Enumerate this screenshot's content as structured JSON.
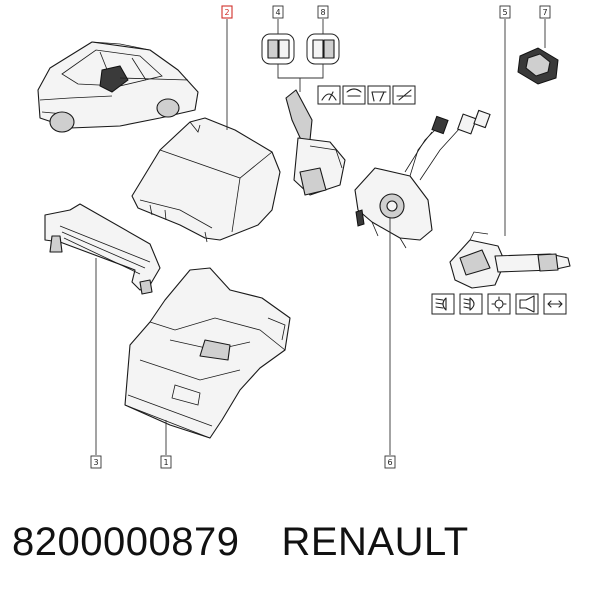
{
  "callouts": [
    {
      "id": "c1",
      "label": "1",
      "highlight": false
    },
    {
      "id": "c2",
      "label": "2",
      "highlight": true
    },
    {
      "id": "c3",
      "label": "3",
      "highlight": false
    },
    {
      "id": "c4",
      "label": "4",
      "highlight": false
    },
    {
      "id": "c5",
      "label": "5",
      "highlight": false
    },
    {
      "id": "c6",
      "label": "6",
      "highlight": false
    },
    {
      "id": "c7",
      "label": "7",
      "highlight": false
    },
    {
      "id": "c8",
      "label": "8",
      "highlight": false
    }
  ],
  "symbols": [
    "low-beam-icon",
    "fog-light-icon",
    "sidelight-icon",
    "horn-icon",
    "lane-change-icon",
    "wiper-intermittent-icon",
    "wiper-fast-icon",
    "wiper-single-icon",
    "washer-icon"
  ],
  "caption": {
    "part_number": "8200000879",
    "brand": "RENAULT"
  },
  "colors": {
    "highlight": "#d0302a",
    "line": "#1a1a1a"
  }
}
